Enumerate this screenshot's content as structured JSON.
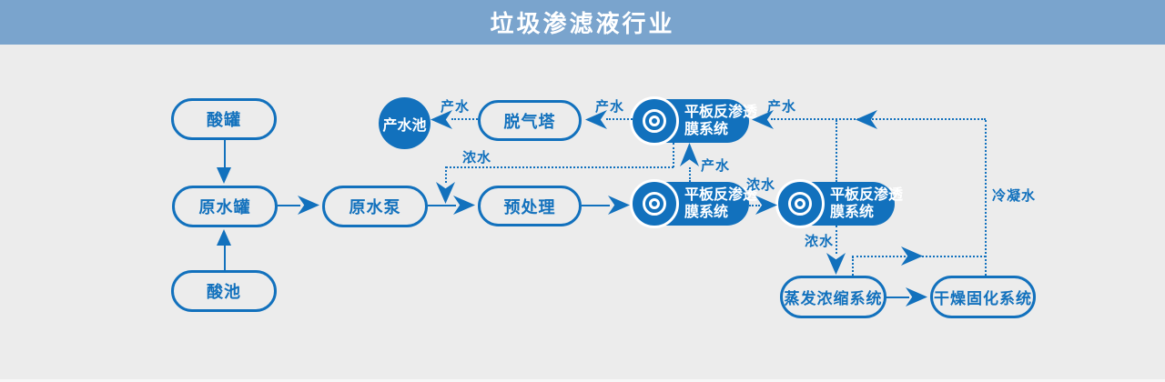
{
  "header": {
    "title": "垃圾渗滤液行业"
  },
  "colors": {
    "accent": "#1271bd",
    "header_bar": "#7aa4cd",
    "background": "#ececec",
    "text_on_solid": "#ffffff"
  },
  "nodes": {
    "acid_tank": {
      "label": "酸罐"
    },
    "raw_water_tank": {
      "label": "原水罐"
    },
    "acid_pool": {
      "label": "酸池"
    },
    "raw_water_pump": {
      "label": "原水泵"
    },
    "pretreatment": {
      "label": "预处理"
    },
    "degassing_tower": {
      "label": "脱气塔"
    },
    "product_water_pool": {
      "label": "产水池"
    },
    "ro_membrane_1": {
      "line1": "平板反渗透",
      "line2": "膜系统"
    },
    "ro_membrane_2": {
      "line1": "平板反渗透",
      "line2": "膜系统"
    },
    "ro_membrane_3": {
      "line1": "平板反渗透",
      "line2": "膜系统"
    },
    "evaporation_system": {
      "label": "蒸发浓缩系统"
    },
    "drying_system": {
      "label": "干燥固化系统"
    }
  },
  "edges": {
    "degassing_to_product_pool": {
      "label": "产水"
    },
    "ro1_to_degassing": {
      "label": "产水"
    },
    "return_to_ro1": {
      "label": "产水"
    },
    "ro2_to_ro1": {
      "label": "产水"
    },
    "ro1_concentrate_return": {
      "label": "浓水"
    },
    "ro2_to_ro3": {
      "label": "浓水"
    },
    "ro3_to_evaporation": {
      "label": "浓水"
    },
    "condensate_return": {
      "label": "冷凝水"
    }
  }
}
